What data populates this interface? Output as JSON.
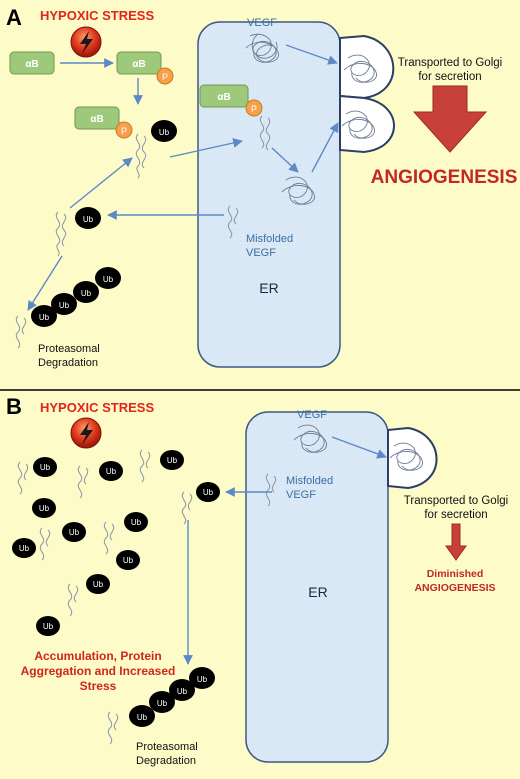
{
  "panel_a": {
    "letter": "A",
    "stress_label": "HYPOXIC STRESS",
    "ab_label": "αB",
    "p_label": "P",
    "ub_label": "Ub",
    "vegf_label": "VEGF",
    "misfolded_line1": "Misfolded",
    "misfolded_line2": "VEGF",
    "er_label": "ER",
    "golgi_line1": "Transported to Golgi",
    "golgi_line2": "for secretion",
    "outcome": "ANGIOGENESIS",
    "degradation_line1": "Proteasomal",
    "degradation_line2": "Degradation"
  },
  "panel_b": {
    "letter": "B",
    "stress_label": "HYPOXIC STRESS",
    "ub_label": "Ub",
    "vegf_label": "VEGF",
    "misfolded_line1": "Misfolded",
    "misfolded_line2": "VEGF",
    "er_label": "ER",
    "golgi_line1": "Transported to Golgi",
    "golgi_line2": "for secretion",
    "outcome_line1": "Diminished",
    "outcome_line2": "ANGIOGENESIS",
    "accumulation_line1": "Accumulation, Protein",
    "accumulation_line2": "Aggregation and Increased",
    "accumulation_line3": "Stress",
    "degradation_line1": "Proteasomal",
    "degradation_line2": "Degradation"
  },
  "colors": {
    "background": "#fdfbc8",
    "er_fill": "#dbe9f6",
    "er_stroke": "#3c5a82",
    "stress_red": "#e0261c",
    "outcome_red": "#c0282a",
    "arrow_blue": "#5b8ac6",
    "vegf_text": "#3a6ea5",
    "ab_green": "#9ec97a",
    "p_orange": "#f6a04a",
    "ub_black": "#000000"
  }
}
